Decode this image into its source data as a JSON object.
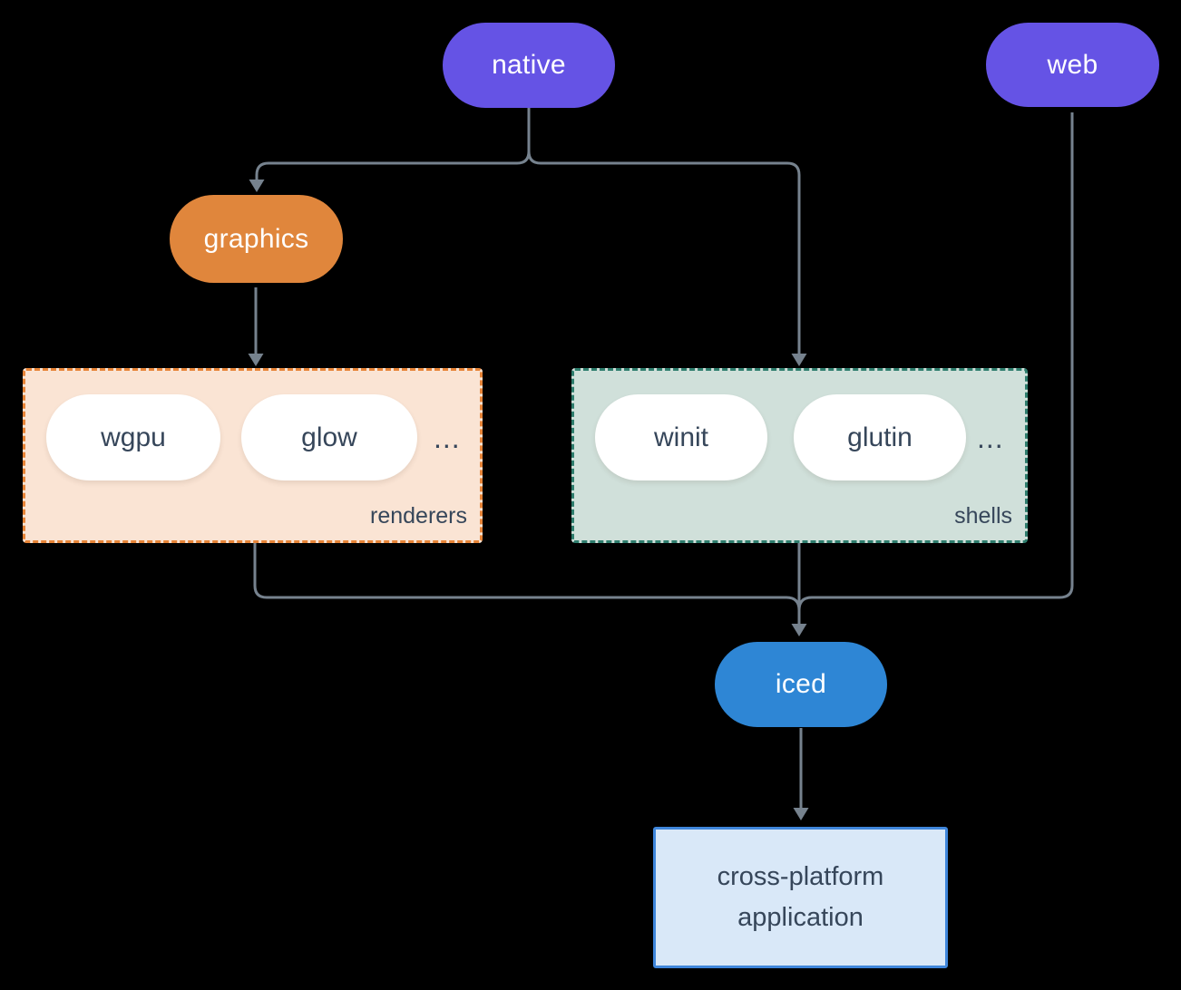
{
  "diagram": {
    "background": "#000000",
    "connector_color": "#76828E",
    "nodes": {
      "native": {
        "label": "native",
        "fill": "#6553E5",
        "text_color": "#FFFFFF"
      },
      "web": {
        "label": "web",
        "fill": "#6553E5",
        "text_color": "#FFFFFF"
      },
      "graphics": {
        "label": "graphics",
        "fill": "#E0863C",
        "text_color": "#FFFFFF"
      },
      "iced": {
        "label": "iced",
        "fill": "#2E86D5",
        "text_color": "#FFFFFF"
      },
      "application": {
        "line1": "cross-platform",
        "line2": "application",
        "fill": "#D9E8F8",
        "border_color": "#3F86DB",
        "text_color": "#36465A"
      }
    },
    "groups": {
      "renderers": {
        "label": "renderers",
        "fill": "#FAE4D4",
        "border_color": "#E78437",
        "item_fill": "#FFFFFF",
        "item_text_color": "#36465A",
        "items": [
          "wgpu",
          "glow"
        ],
        "ellipsis": "..."
      },
      "shells": {
        "label": "shells",
        "fill": "#D0E0DA",
        "border_color": "#2E7D6D",
        "item_fill": "#FFFFFF",
        "item_text_color": "#36465A",
        "items": [
          "winit",
          "glutin"
        ],
        "ellipsis": "..."
      }
    }
  }
}
